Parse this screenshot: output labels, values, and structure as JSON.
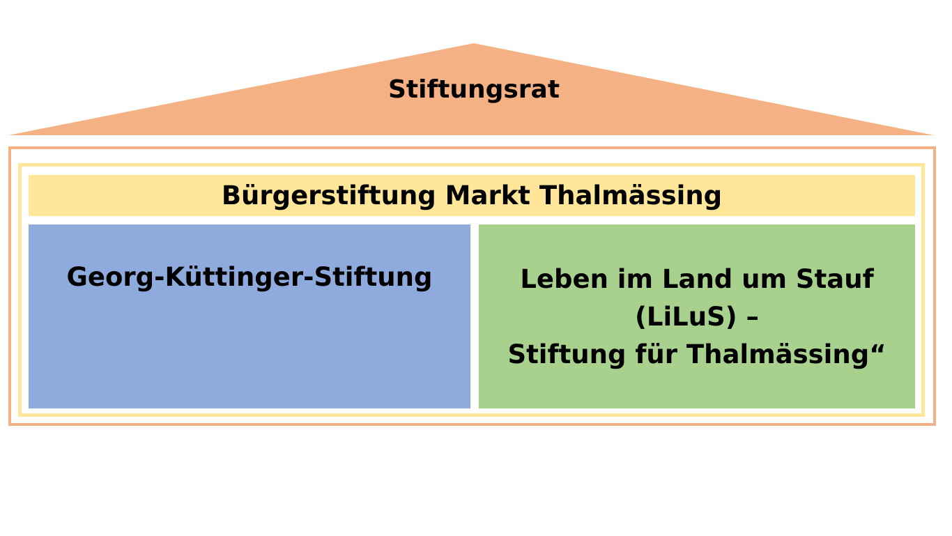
{
  "roof": {
    "label": "Stiftungsrat",
    "color": "#F4B183"
  },
  "foundation": {
    "title": "Bürgerstiftung Markt Thalmässing",
    "band_color": "#FFE699",
    "outer_border_color": "#F4B183"
  },
  "sub_foundations": [
    {
      "lines": [
        "Georg-Küttinger-Stiftung"
      ],
      "color": "#8FAADC"
    },
    {
      "lines": [
        "Leben im Land um Stauf",
        "(LiLuS) –",
        "Stiftung für Thalmässing“"
      ],
      "color": "#A9D18E"
    }
  ]
}
